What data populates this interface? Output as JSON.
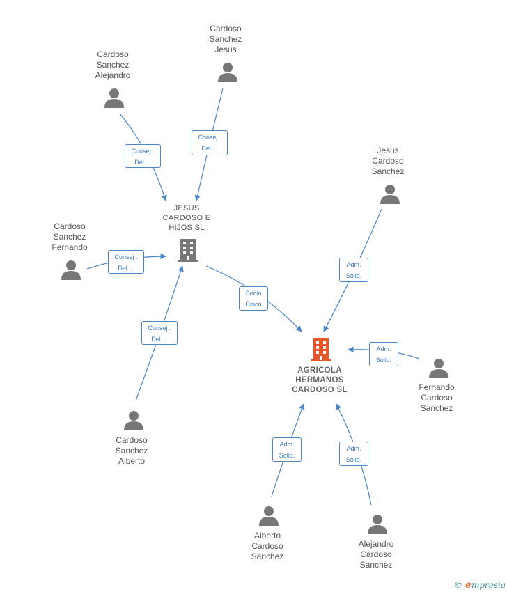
{
  "companies": {
    "jesus_cardoso": {
      "name": "JESUS\nCARDOSO E\nHIJOS  SL",
      "icon": "building-icon",
      "color": "#777777"
    },
    "agricola": {
      "name": "AGRICOLA\nHERMANOS\nCARDOSO  SL",
      "icon": "building-icon",
      "color": "#e8572a"
    }
  },
  "persons": {
    "alejandro_top": {
      "name": "Cardoso\nSanchez\nAlejandro",
      "icon": "person-icon"
    },
    "jesus_top": {
      "name": "Cardoso\nSanchez\nJesus",
      "icon": "person-icon"
    },
    "fernando_left": {
      "name": "Cardoso\nSanchez\nFernando",
      "icon": "person-icon"
    },
    "alberto_left": {
      "name": "Cardoso\nSanchez\nAlberto",
      "icon": "person-icon"
    },
    "jesus_right": {
      "name": "Jesus\nCardoso\nSanchez",
      "icon": "person-icon"
    },
    "fernando_right": {
      "name": "Fernando\nCardoso\nSanchez",
      "icon": "person-icon"
    },
    "alberto_bottom": {
      "name": "Alberto\nCardoso\nSanchez",
      "icon": "person-icon"
    },
    "alejandro_bottom": {
      "name": "Alejandro\nCardoso\nSanchez",
      "icon": "person-icon"
    }
  },
  "edges": {
    "alejandro_to_jesus_co": "Consej .\nDel....",
    "jesus_to_jesus_co": "Consej .\nDel....",
    "fernando_to_jesus_co": "Consej .\nDel....",
    "alberto_to_jesus_co": "Consej .\nDel....",
    "jesus_co_to_agricola": "Socio\nÚnico",
    "jesus_to_agricola": "Adm.\nSolid.",
    "fernando_to_agricola": "Adm.\nSolid.",
    "alberto_to_agricola": "Adm.\nSolid.",
    "alejandro_to_agricola": "Adm.\nSolid."
  },
  "colors": {
    "edge": "#4a86c8",
    "person_icon": "#777777",
    "company_main": "#e8572a",
    "company_other": "#777777"
  },
  "footer": {
    "copyright": "©",
    "brand_initial": "e",
    "brand_rest": "mpresia"
  }
}
